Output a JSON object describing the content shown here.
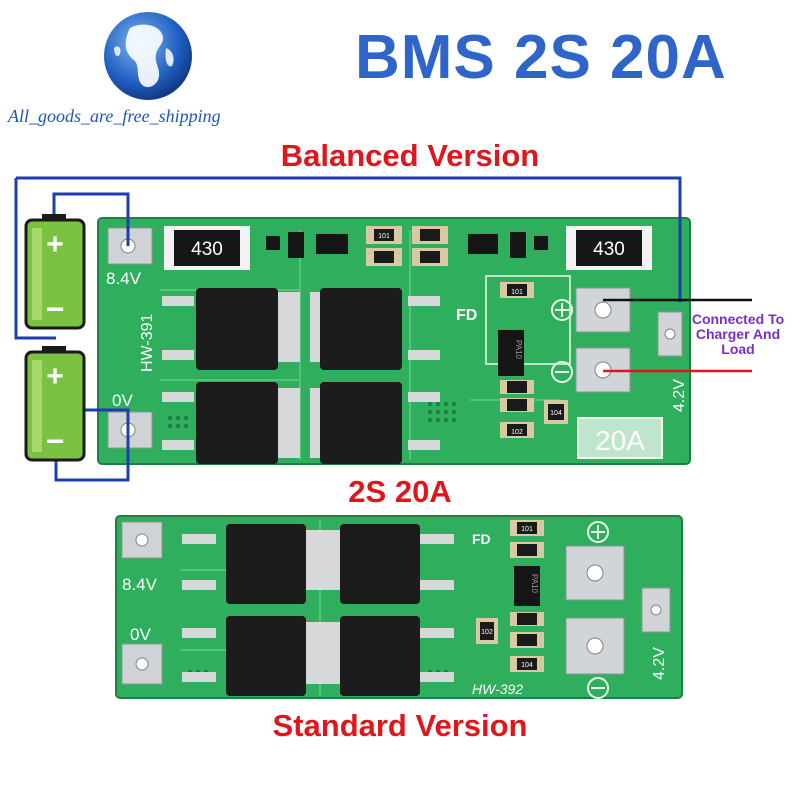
{
  "header": {
    "title": "BMS 2S 20A",
    "store_name": "All_goods_are_free_shipping"
  },
  "labels": {
    "balanced_version": "Balanced Version",
    "model_name": "2S 20A",
    "standard_version": "Standard Version",
    "connected_note": [
      "Connected To",
      "Charger And",
      "Load"
    ]
  },
  "battery": {
    "plus": "+",
    "minus": "−"
  },
  "board_top": {
    "pad_high": "8.4V",
    "pad_low": "0V",
    "model": "HW-391",
    "resistor": "430",
    "rating": "20A",
    "cell": "4.2V",
    "fd": "FD",
    "smd_101": "101",
    "smd_102": "102",
    "smd_104": "104",
    "ic_text": "PA10"
  },
  "board_bottom": {
    "pad_high": "8.4V",
    "pad_low": "0V",
    "model": "HW-392",
    "cell": "4.2V",
    "fd": "FD",
    "smd_101": "101",
    "smd_102": "102",
    "smd_104": "104",
    "ic_text": "PA10"
  },
  "colors": {
    "title": "#2f64c8",
    "label_red": "#e0161d",
    "note_purple": "#7a2fc8",
    "wire_blue": "#1c3fb0",
    "pcb_green": "#2fae5e",
    "battery_green": "#7bc142"
  }
}
